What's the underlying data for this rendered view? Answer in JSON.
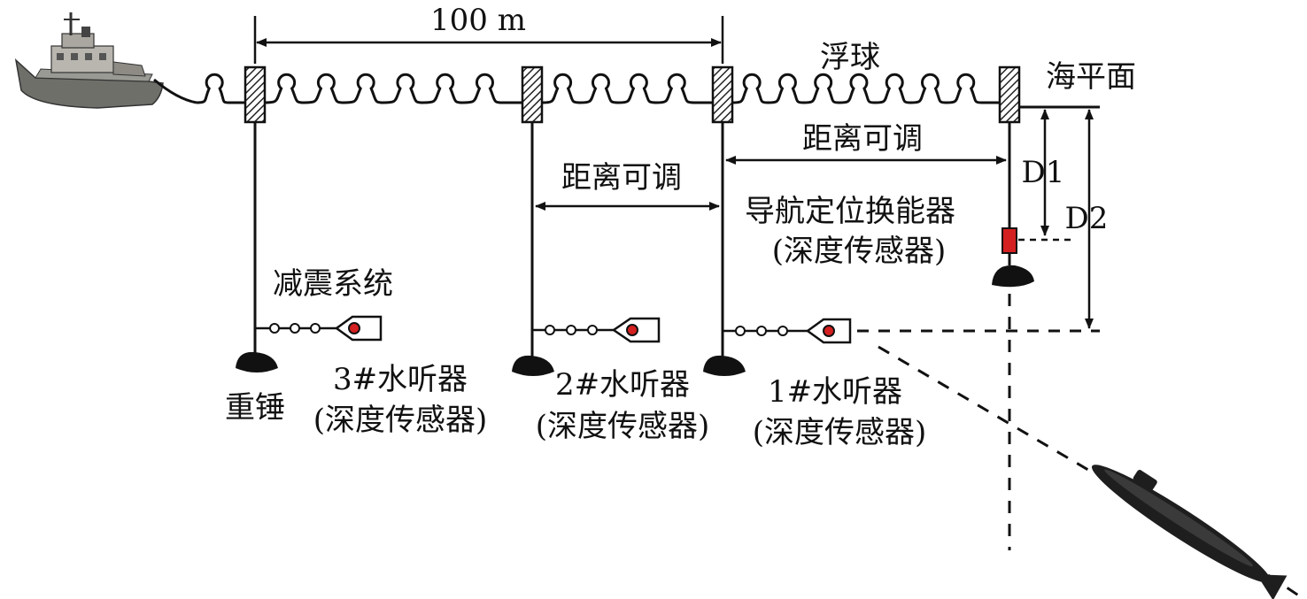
{
  "labels": {
    "spacing": "100 m",
    "float": "浮球",
    "sea_level": "海平面",
    "adjustable_distance": "距离可调",
    "d1": "D1",
    "d2": "D2",
    "nav_transducer": "导航定位换能器",
    "depth_sensor": "(深度传感器)",
    "damping_system": "减震系统",
    "weight": "重锤",
    "hydrophone_1": "1#水听器",
    "hydrophone_2": "2#水听器",
    "hydrophone_3": "3#水听器"
  },
  "colors": {
    "line": "#111111",
    "transducer": "#d42020",
    "hull": "#6e6e6e",
    "submarine": "#1e1e1e",
    "ship": "#7d7d78"
  }
}
